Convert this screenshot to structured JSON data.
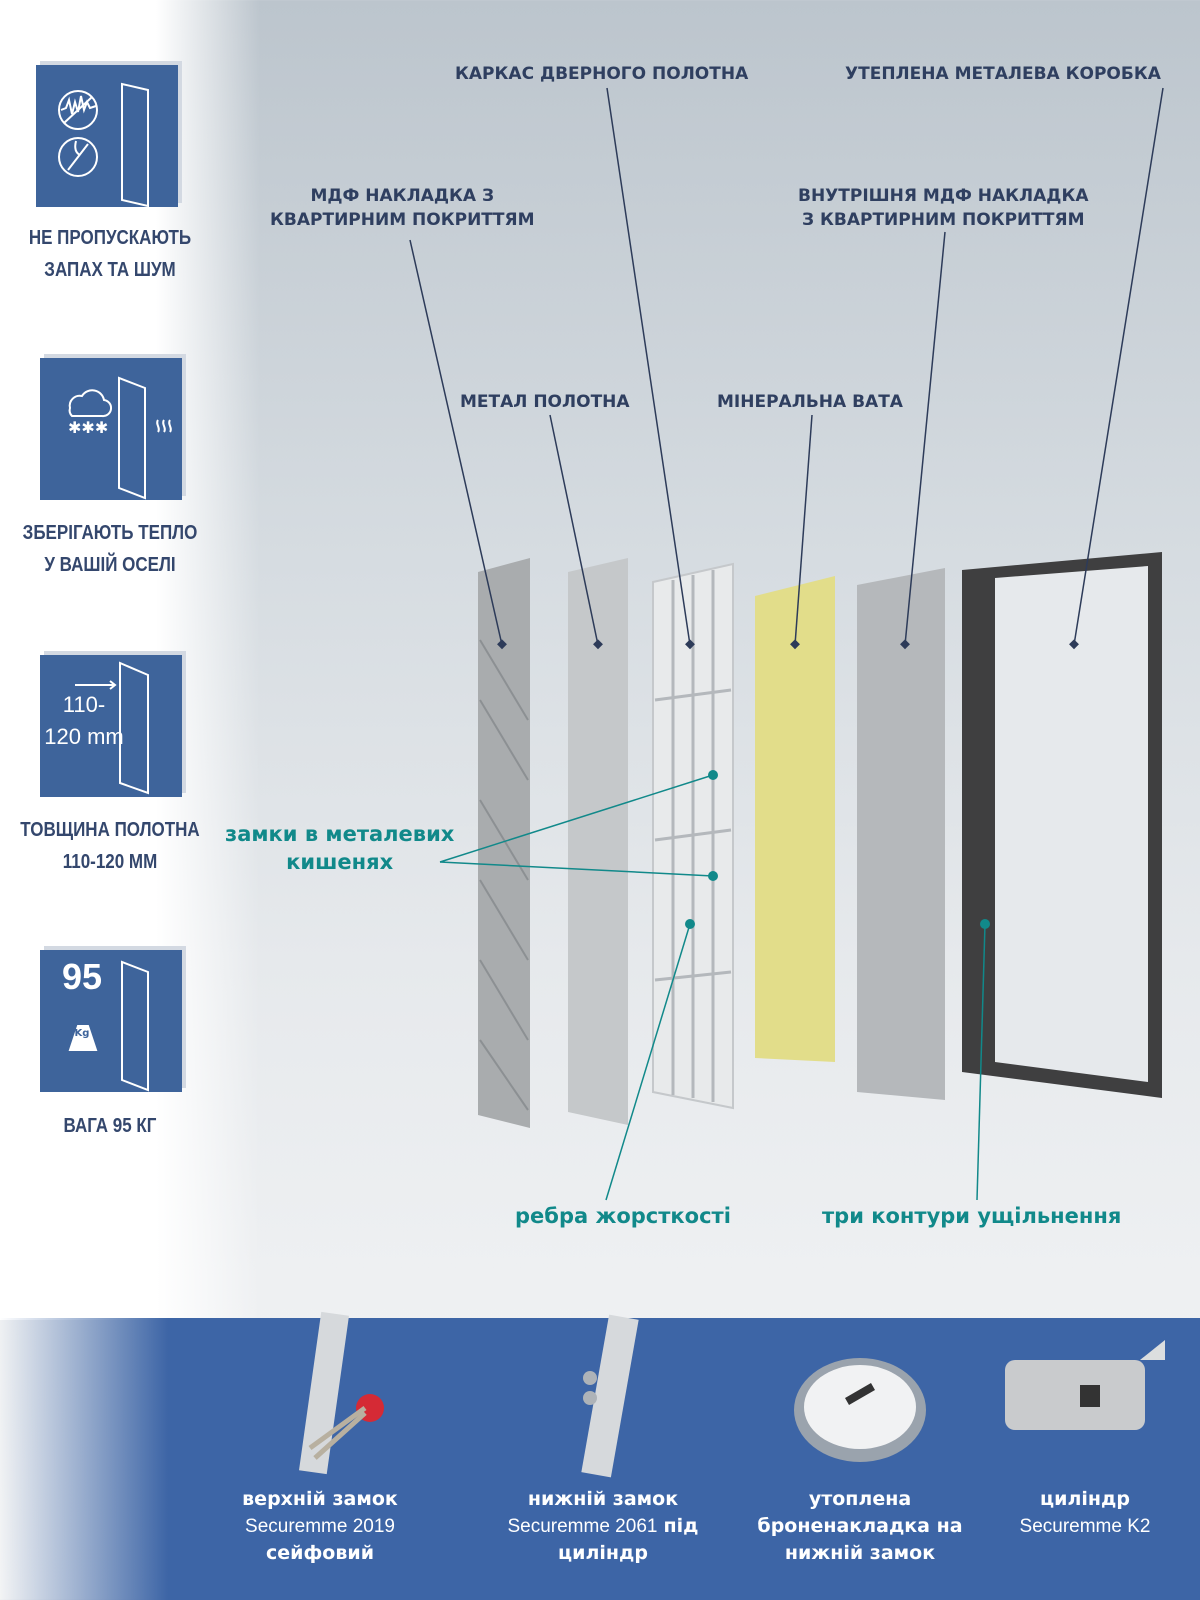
{
  "features": [
    {
      "icon": "sound-smell-icon",
      "line1": "НЕ ПРОПУСКАЮТЬ",
      "line2": "ЗАПАХ ТА ШУМ"
    },
    {
      "icon": "snow-heat-icon",
      "line1": "ЗБЕРІГАЮТЬ ТЕПЛО",
      "line2": "У ВАШІЙ ОСЕЛІ"
    },
    {
      "icon": "thickness-icon",
      "icon_text1": "110-",
      "icon_text2": "120 mm",
      "line1": "ТОВЩИНА ПОЛОТНА",
      "line2": "110-120 ММ"
    },
    {
      "icon": "weight-icon",
      "icon_text1": "95",
      "icon_text2": "Kg",
      "line1": "ВАГА 95 КГ",
      "line2": ""
    }
  ],
  "layers": {
    "frame": "КАРКАС ДВЕРНОГО ПОЛОТНА",
    "box": "УТЕПЛЕНА МЕТАЛЕВА КОРОБКА",
    "mdf_outer_1": "МДФ НАКЛАДКА З",
    "mdf_outer_2": "КВАРТИРНИМ ПОКРИТТЯМ",
    "mdf_inner_1": "ВНУТРІШНЯ МДФ НАКЛАДКА",
    "mdf_inner_2": "З КВАРТИРНИМ ПОКРИТТЯМ",
    "metal": "МЕТАЛ ПОЛОТНА",
    "wool": "МІНЕРАЛЬНА ВАТА"
  },
  "callouts": {
    "locks_1": "замки в металевих",
    "locks_2": "кишенях",
    "ribs": "ребра жорсткості",
    "seals": "три контури ущільнення"
  },
  "products": [
    {
      "title": "верхній замок",
      "sub": "Securemme 2019",
      "extra": "сейфовий"
    },
    {
      "title": "нижній замок",
      "sub": "Securemme 2061",
      "sub_tail": "під",
      "extra": "циліндр"
    },
    {
      "title": "утоплена",
      "sub": "броненакладка на",
      "extra": "нижній замок"
    },
    {
      "title": "циліндр",
      "sub": "Securemme K2",
      "extra": ""
    }
  ],
  "colors": {
    "brand_blue": "#3d65a6",
    "navy_text": "#34476d",
    "teal": "#11898a",
    "wool": "#e2dd8a"
  }
}
